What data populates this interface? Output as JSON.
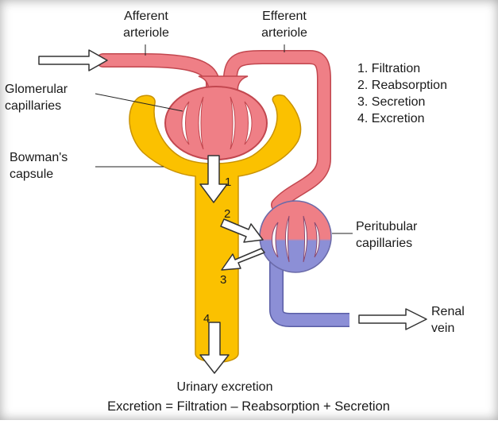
{
  "labels": {
    "afferent_arteriole": [
      "Afferent",
      "arteriole"
    ],
    "efferent_arteriole": [
      "Efferent",
      "arteriole"
    ],
    "glomerular_capillaries": [
      "Glomerular",
      "capillaries"
    ],
    "bowmans_capsule": [
      "Bowman's",
      "capsule"
    ],
    "peritubular_capillaries": [
      "Peritubular",
      "capillaries"
    ],
    "renal_vein": [
      "Renal",
      "vein"
    ],
    "urinary_excretion": "Urinary excretion",
    "equation": "Excretion = Filtration – Reabsorption + Secretion"
  },
  "process_list": [
    "1. Filtration",
    "2. Reabsorption",
    "3. Secretion",
    "4. Excretion"
  ],
  "step_markers": [
    "1",
    "2",
    "3",
    "4"
  ],
  "colors": {
    "arterial_red": "#ef7f86",
    "arterial_red_dark": "#c2474f",
    "venous_blue": "#8c8fd6",
    "venous_blue_dark": "#5a5ea6",
    "capsule_yellow": "#fbc100",
    "capsule_yellow_dark": "#c99200",
    "arrow_white": "#ffffff"
  }
}
